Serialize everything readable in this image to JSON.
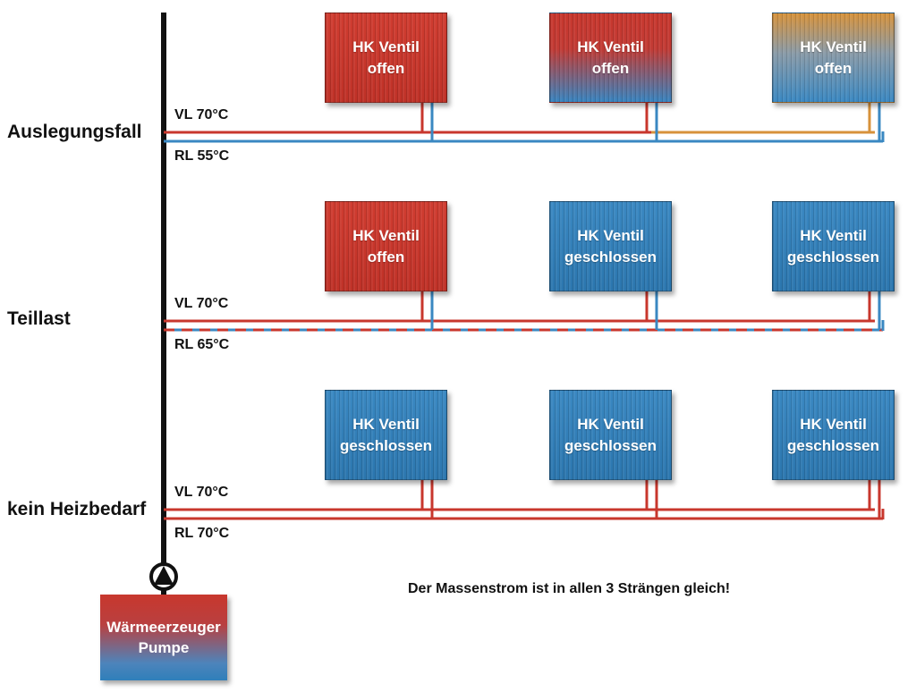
{
  "colors": {
    "flow_hot": "#c8372d",
    "return_cold": "#3a88c2",
    "return_warm": "#d7923b",
    "riser": "#111111"
  },
  "scenarios": [
    {
      "label": "Auslegungsfall",
      "vl_label": "VL 70°C",
      "rl_label": "RL 55°C",
      "return_style": "mixed",
      "radiators": [
        {
          "line1": "HK Ventil",
          "line2": "offen",
          "state": "hot"
        },
        {
          "line1": "HK Ventil",
          "line2": "offen",
          "state": "hot-cold"
        },
        {
          "line1": "HK Ventil",
          "line2": "offen",
          "state": "warm-cold"
        }
      ]
    },
    {
      "label": "Teillast",
      "vl_label": "VL 70°C",
      "rl_label": "RL 65°C",
      "return_style": "dashed",
      "radiators": [
        {
          "line1": "HK Ventil",
          "line2": "offen",
          "state": "hot"
        },
        {
          "line1": "HK Ventil",
          "line2": "geschlossen",
          "state": "cold"
        },
        {
          "line1": "HK Ventil",
          "line2": "geschlossen",
          "state": "cold"
        }
      ]
    },
    {
      "label": "kein Heizbedarf",
      "vl_label": "VL 70°C",
      "rl_label": "RL 70°C",
      "return_style": "hot",
      "radiators": [
        {
          "line1": "HK Ventil",
          "line2": "geschlossen",
          "state": "cold"
        },
        {
          "line1": "HK Ventil",
          "line2": "geschlossen",
          "state": "cold"
        },
        {
          "line1": "HK Ventil",
          "line2": "geschlossen",
          "state": "cold"
        }
      ]
    }
  ],
  "generator": {
    "line1": "Wärmeerzeuger",
    "line2": "Pumpe"
  },
  "pump_icon": "pump-icon",
  "footer_note": "Der Massenstrom ist in allen 3 Strängen gleich!"
}
